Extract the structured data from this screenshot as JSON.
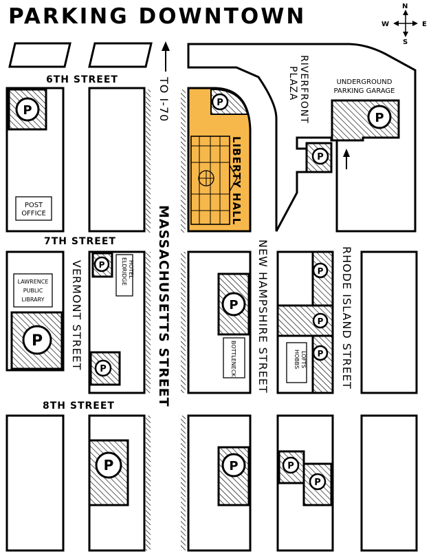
{
  "title": "PARKING DOWNTOWN",
  "compass": {
    "north": "N",
    "south": "S",
    "east": "E",
    "west": "W"
  },
  "streets": {
    "sixth": "6TH STREET",
    "seventh": "7TH STREET",
    "eighth": "8TH STREET",
    "massachusetts": "MASSACHUSETTS STREET",
    "vermont": "VERMONT STREET",
    "new_hampshire": "NEW HAMPSHIRE STREET",
    "rhode_island": "RHODE ISLAND STREET",
    "to_i70": "TO I-70"
  },
  "landmarks": {
    "riverfront_plaza_line1": "RIVERFRONT",
    "riverfront_plaza_line2": "PLAZA",
    "garage_line1": "UNDERGROUND",
    "garage_line2": "PARKING GARAGE",
    "liberty_hall": "LIBERTY HALL",
    "post_office_line1": "POST",
    "post_office_line2": "OFFICE",
    "library_line1": "LAWRENCE",
    "library_line2": "PUBLIC",
    "library_line3": "LIBRARY",
    "eldridge_line1": "ELDRIDGE",
    "eldridge_line2": "HOTEL",
    "bottleneck": "BOTTLENECK",
    "hobbs_line1": "HOBBS",
    "hobbs_line2": "LOFTS"
  },
  "parking_symbol": "P",
  "colors": {
    "liberty_hall": "#f7b84b",
    "ink": "#000000",
    "background": "#ffffff"
  }
}
